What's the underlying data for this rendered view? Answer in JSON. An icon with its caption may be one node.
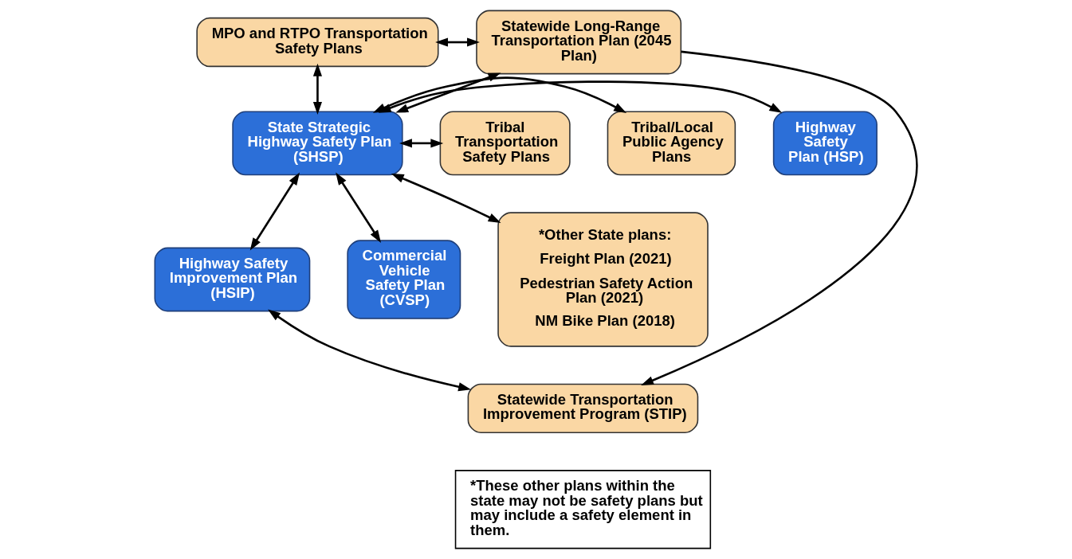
{
  "diagram": {
    "nodes": [
      {
        "text": [
          "MPO and RTPO Transportation Safety Plans"
        ]
      },
      {
        "text": [
          "Statewide Long-Range Transportation Plan (2045 Plan)"
        ]
      },
      {
        "text": [
          "Tribal Transportation Safety Plans"
        ]
      },
      {
        "text": [
          "State Strategic Highway Safety Plan (SHSP)"
        ]
      },
      {
        "text": [
          "Highway Safety Plan (HSP)"
        ]
      },
      {
        "text": [
          "*Other State plans:",
          "Freight Plan (2021)",
          "Pedestrian Safety Action Plan (2021)",
          "NM Bike Plan (2018)"
        ]
      },
      {
        "text": [
          "Tribal/Local Public Agency Plans"
        ]
      },
      {
        "text": [
          "Commercial Vehicle Safety Plan (CVSP)"
        ]
      },
      {
        "text": [
          "Highway Safety Improvement Plan (HSIP)"
        ]
      },
      {
        "text": [
          "Statewide Transportation Improvement Program (STIP)"
        ]
      },
      {
        "text": [
          "*These other plans within the state may not be safety plans but may include a safety element in them."
        ]
      }
    ],
    "edges": [
      {
        "from": 0,
        "to": 1,
        "arrow": "both"
      },
      {
        "from": 0,
        "to": 3,
        "arrow": "both"
      },
      {
        "from": 1,
        "to": 3,
        "arrow": "both"
      },
      {
        "from": 2,
        "to": 3,
        "arrow": "both"
      },
      {
        "from": 6,
        "to": 3,
        "arrow": "both"
      },
      {
        "from": 3,
        "to": 4,
        "arrow": "both"
      },
      {
        "from": 3,
        "to": 5,
        "arrow": "both"
      },
      {
        "from": 3,
        "to": 7,
        "arrow": "both"
      },
      {
        "from": 3,
        "to": 8,
        "arrow": "both"
      },
      {
        "from": 8,
        "to": 9,
        "arrow": "both"
      },
      {
        "from": 1,
        "to": 9,
        "arrow": "to"
      }
    ]
  }
}
